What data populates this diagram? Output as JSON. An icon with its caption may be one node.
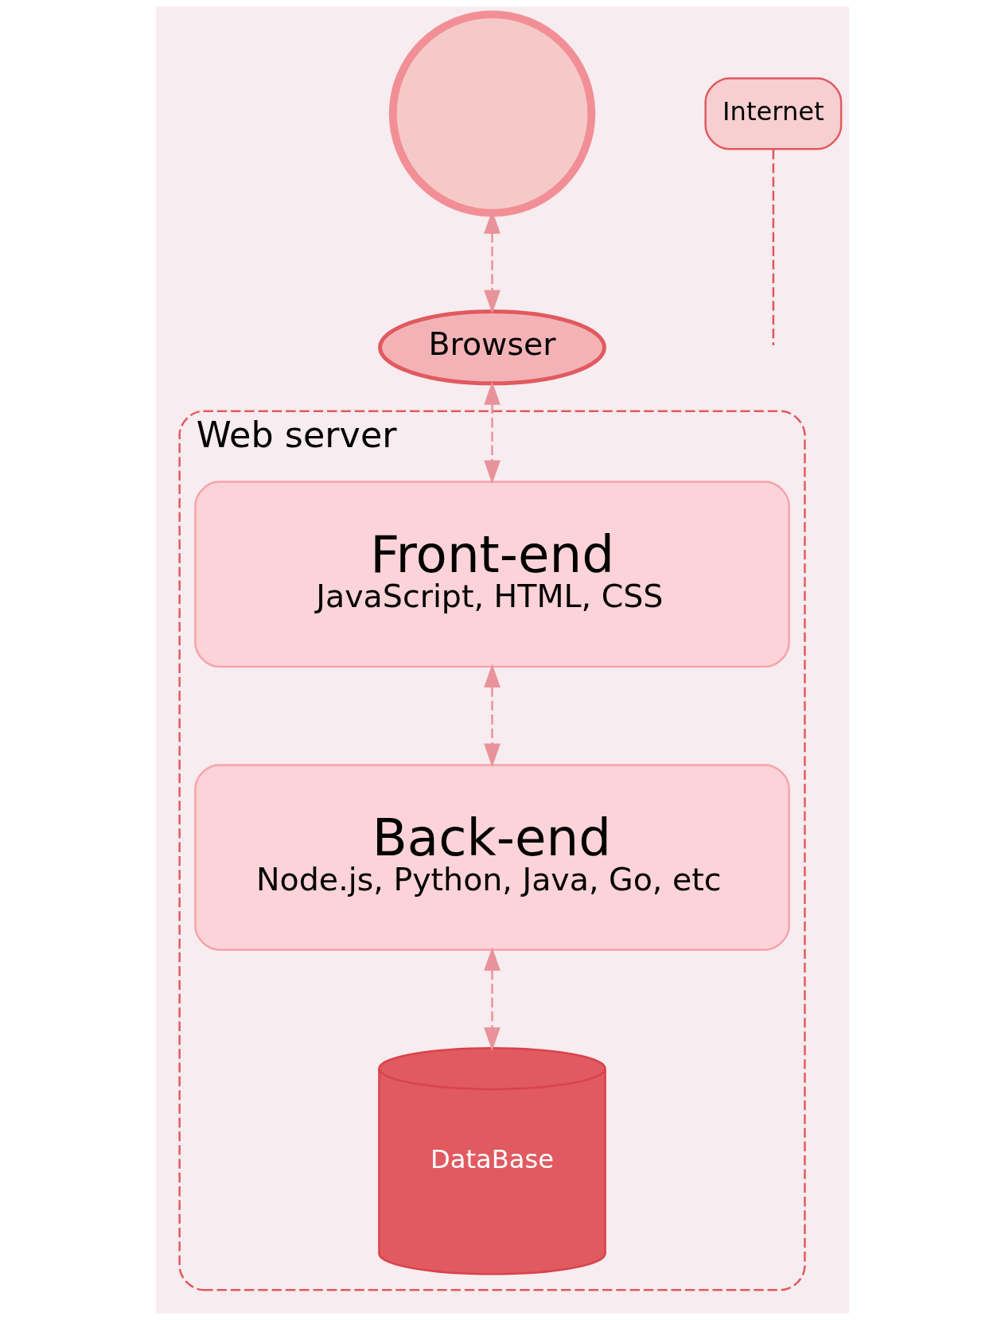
{
  "diagram": {
    "nodes": [
      {
        "text": [],
        "shape": "person"
      },
      {
        "text": [
          "Browser"
        ]
      },
      {
        "text": [
          "Internet"
        ]
      },
      {
        "text": [
          "Web server"
        ]
      },
      {
        "text": [
          "Front-end",
          "JavaScript, HTML, CSS"
        ],
        "in": 3
      },
      {
        "text": [
          "Back-end",
          "Node.js, Python, Java, Go, etc"
        ],
        "in": 3
      },
      {
        "text": [
          "DataBase"
        ],
        "in": 3
      }
    ],
    "edges": [
      {
        "from": 0,
        "to": 1,
        "arrow": "both",
        "style": "dashed"
      },
      {
        "from": 1,
        "to": 4,
        "arrow": "both",
        "style": "dashed"
      },
      {
        "from": 4,
        "to": 5,
        "arrow": "both",
        "style": "dashed"
      },
      {
        "from": 5,
        "to": 6,
        "arrow": "both",
        "style": "dashed"
      },
      {
        "from": 2,
        "to": null,
        "arrow": "none",
        "style": "dashed",
        "color": "#e0545e"
      }
    ]
  }
}
